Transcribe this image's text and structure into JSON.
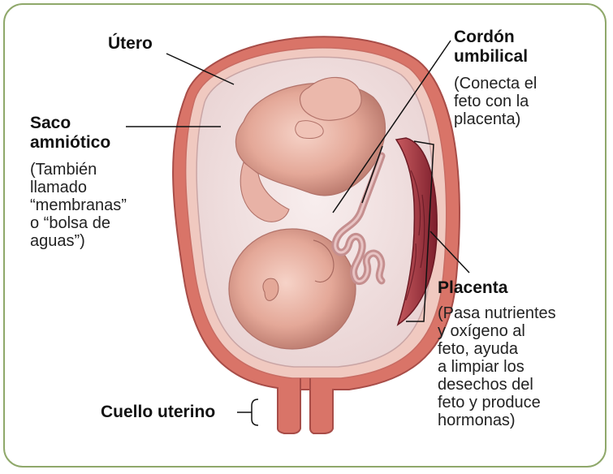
{
  "labels": {
    "utero": {
      "title": "Útero"
    },
    "saco": {
      "title_line1": "Saco",
      "title_line2": "amniótico",
      "desc": [
        "(También",
        "llamado",
        "“membranas”",
        "o “bolsa de",
        "aguas”)"
      ]
    },
    "cordon": {
      "title_line1": "Cordón",
      "title_line2": "umbilical",
      "desc": [
        "(Conecta el",
        "feto con la",
        "placenta)"
      ]
    },
    "placenta": {
      "title": "Placenta",
      "desc": [
        "(Pasa nutrientes",
        "y oxígeno al",
        "feto, ayuda",
        "a limpiar los",
        "desechos del",
        "feto y produce",
        "hormonas)"
      ]
    },
    "cuello": {
      "title": "Cuello uterino"
    }
  },
  "colors": {
    "frame": "#8fa86a",
    "uterus_wall": "#d97468",
    "placenta": "#9c2f3b",
    "fetus": "#e8b2a6"
  }
}
